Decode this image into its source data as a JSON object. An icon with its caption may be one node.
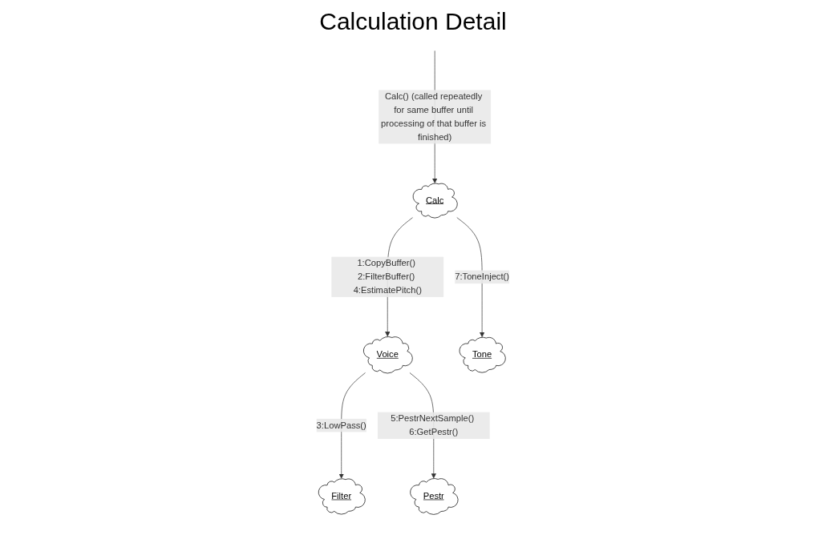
{
  "diagram": {
    "title": "Calculation Detail",
    "nodes": [
      {
        "text": [
          "Voice"
        ]
      },
      {
        "text": [
          "Calc"
        ]
      },
      {
        "text": [
          "Pestr"
        ]
      },
      {
        "text": [
          "Filter"
        ]
      },
      {
        "text": [
          "Tone"
        ]
      }
    ],
    "edges": [
      {
        "from": null,
        "to": 1,
        "arrow": "to",
        "label": "Calc() (called repeatedly for same buffer until processing of that buffer is finished)"
      },
      {
        "from": 1,
        "to": 0,
        "arrow": "to",
        "label": "1:CopyBuffer() 2:FilterBuffer() 4:EstimatePitch()"
      },
      {
        "from": 0,
        "to": 3,
        "arrow": "to",
        "label": "3:LowPass()"
      },
      {
        "from": 0,
        "to": 2,
        "arrow": "to",
        "label": "5:PestrNextSample() 6:GetPestr()"
      },
      {
        "from": 1,
        "to": 4,
        "arrow": "to",
        "label": "7:ToneInject()"
      }
    ]
  }
}
